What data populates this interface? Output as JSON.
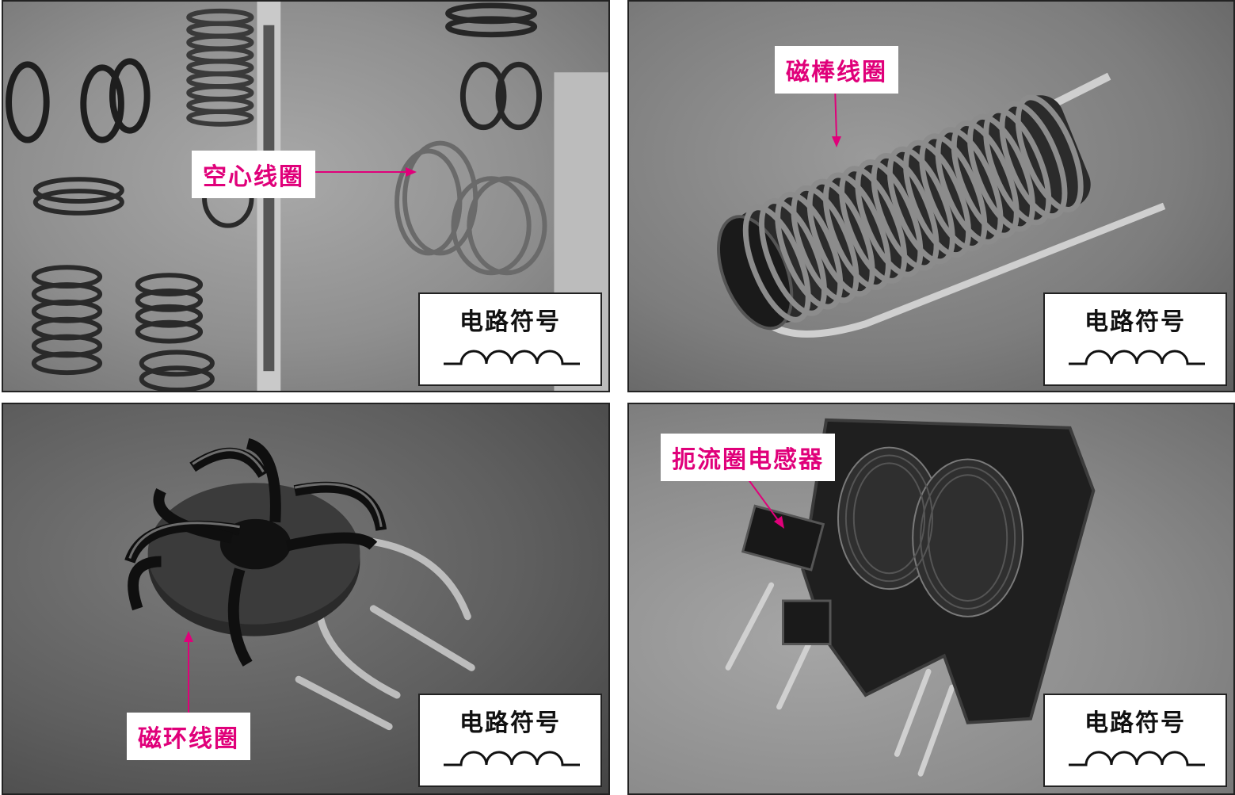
{
  "labels": {
    "air_core": "空心线圈",
    "rod_core": "磁棒线圈",
    "toroid": "磁环线圈",
    "choke": "扼流圈电感器"
  },
  "symbol_caption": "电路符号",
  "colors": {
    "label_text": "#e0007a",
    "arrow": "#e0007a",
    "symbol_stroke": "#111111"
  }
}
